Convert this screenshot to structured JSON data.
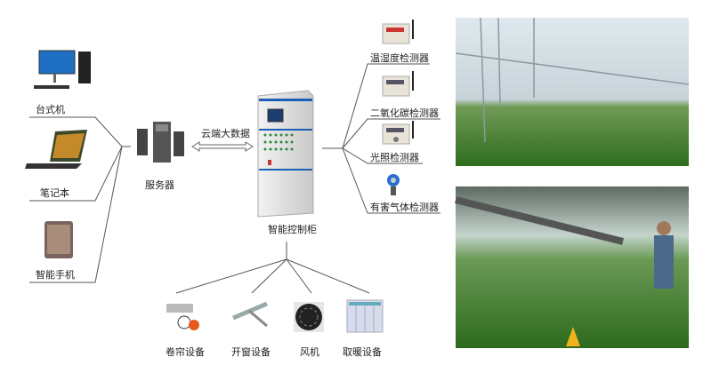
{
  "clients": {
    "desktop": "台式机",
    "laptop": "笔记本",
    "phone": "智能手机"
  },
  "server": "服务器",
  "link": "云端大数据",
  "cabinet": "智能控制柜",
  "sensors": [
    "温湿度检测器",
    "二氧化碳检测器",
    "光照检测器",
    "有害气体检测器"
  ],
  "actuators": [
    "卷帘设备",
    "开窗设备",
    "风机",
    "取暖设备"
  ],
  "colors": {
    "line": "#555555",
    "arrow": "#666666",
    "cabinet": "#e6e6e6",
    "cabinet_accent": "#1a5fb4",
    "plant": "#3f7f2a"
  }
}
